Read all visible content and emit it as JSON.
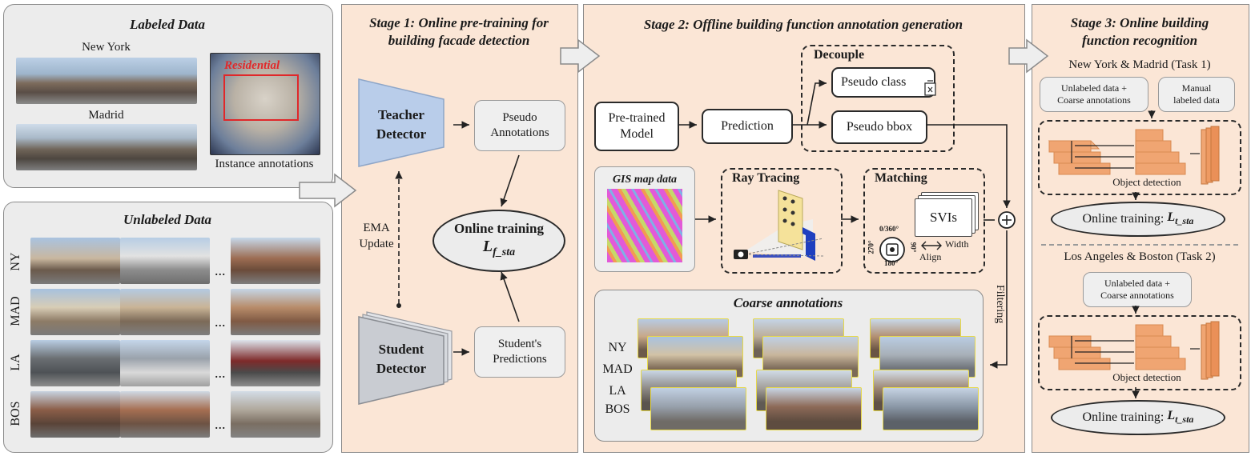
{
  "labeled": {
    "title": "Labeled Data",
    "city1": "New York",
    "city2": "Madrid",
    "residential_tag": "Residential",
    "instance_caption": "Instance annotations"
  },
  "unlabeled": {
    "title": "Unlabeled Data",
    "rows": [
      "NY",
      "MAD",
      "LA",
      "BOS"
    ],
    "ellipsis": "..."
  },
  "stage1": {
    "title_line1": "Stage 1: Online pre-training for",
    "title_line2": "building facade detection",
    "teacher_line1": "Teacher",
    "teacher_line2": "Detector",
    "student_line1": "Student",
    "student_line2": "Detector",
    "pseudo_line1": "Pseudo",
    "pseudo_line2": "Annotations",
    "preds_line1": "Student's",
    "preds_line2": "Predictions",
    "ema_line1": "EMA",
    "ema_line2": "Update",
    "online_training": "Online training",
    "loss_main": "L",
    "loss_sub": "f_sta"
  },
  "stage2": {
    "title": "Stage 2: Offline building function annotation generation",
    "pretrained_line1": "Pre-trained",
    "pretrained_line2": "Model",
    "prediction": "Prediction",
    "decouple": "Decouple",
    "pseudo_class": "Pseudo class",
    "pseudo_bbox": "Pseudo bbox",
    "gis": "GIS map data",
    "ray_tracing": "Ray Tracing",
    "matching": "Matching",
    "svis": "SVIs",
    "deg_top": "0/360°",
    "deg_left": "270°",
    "deg_right": "90°",
    "deg_bottom": "180°",
    "width": "Width",
    "align": "Align",
    "filtering": "Filtering",
    "plus": "+",
    "coarse_title": "Coarse annotations",
    "coarse_rows": [
      "NY",
      "MAD",
      "LA",
      "BOS"
    ]
  },
  "stage3": {
    "title_line1": "Stage 3: Online building",
    "title_line2": "function recognition",
    "task1": "New York & Madrid (Task 1)",
    "task1_box1_line1": "Unlabeled data +",
    "task1_box1_line2": "Coarse annotations",
    "task1_box2_line1": "Manual",
    "task1_box2_line2": "labeled data",
    "object_detection": "Object detection",
    "online_training": "Online training:",
    "loss_main": "L",
    "loss_sub": "t_sta",
    "task2": "Los Angeles & Boston (Task 2)",
    "task2_box_line1": "Unlabeled data +",
    "task2_box_line2": "Coarse annotations"
  },
  "colors": {
    "stage_bg": "#fbe6d6",
    "panel_gray": "#ececec",
    "teacher_blue": "#b9cdea",
    "student_gray": "#c9ccd2",
    "residential_red": "#e0282a",
    "pyramid_orange": "#f0a572",
    "annotation_yellow": "#f3e24a"
  }
}
